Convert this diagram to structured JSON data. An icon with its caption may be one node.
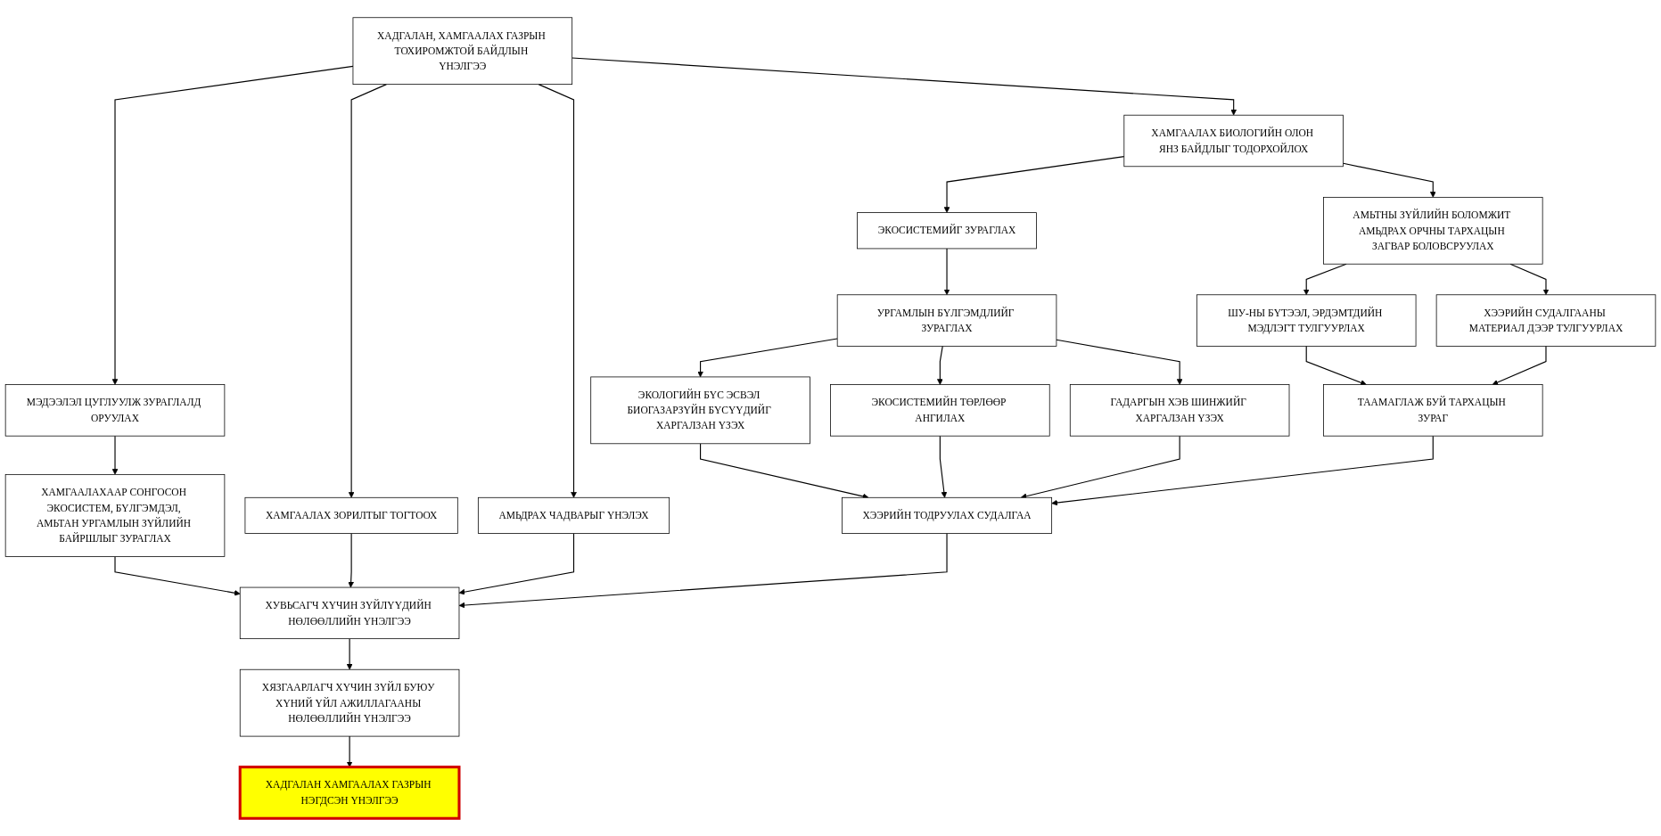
{
  "diagram": {
    "nodes": [
      {
        "text": [
          "ХАДГАЛАН, ХАМГААЛАХ ГАЗРЫН ТОХИРОМЖТОЙ БАЙДЛЫН ҮНЭЛГЭЭ"
        ]
      },
      {
        "text": [
          "ХАМГААЛАХ БИОЛОГИЙН ОЛОН ЯНЗ БАЙДЛЫГ ТОДОРХОЙЛОХ"
        ]
      },
      {
        "text": [
          "МЭДЭЭЛЭЛ ЦУГЛУУЛЖ ЗУРАГЛАЛД ОРУУЛАХ"
        ]
      },
      {
        "text": [
          "ХАМГААЛАХ ЗОРИЛТЫГ ТОГТООХ"
        ]
      },
      {
        "text": [
          "ЭКОСИСТЕМИЙГ ЗУРАГЛАХ"
        ]
      },
      {
        "text": [
          "АМЬТНЫ ЗҮЙЛИЙН БОЛОМЖИТ АМЬДРАХ ОРЧНЫ ТАРХАЦЫН ЗАГВАР БОЛОВСРУУЛАХ"
        ]
      },
      {
        "text": [
          "ХАМГААЛАХААР СОНГОСОН ЭКОСИСТЕМ, БҮЛГЭМДЭЛ, АМЬТАН УРГАМЛЫН ЗҮЙЛИЙН БАЙРШЛЫГ ЗУРАГЛАХ"
        ]
      },
      {
        "text": [
          "АМЬДРАХ ЧАДВАРЫГ ҮНЭЛЭХ"
        ]
      },
      {
        "text": [
          "УРГАМЛЫН БҮЛГЭМДЛИЙГ ЗУРАГЛАХ"
        ]
      },
      {
        "text": [
          "ШУ-НЫ БҮТЭЭЛ, ЭРДЭМТДИЙН МЭДЛЭГТ ТУЛГУУРЛАХ"
        ]
      },
      {
        "text": [
          "ХЭЭРИЙН СУДАЛГААНЫ МАТЕРИАЛ ДЭЭР ТУЛГУУРЛАХ"
        ]
      },
      {
        "text": [
          "ЭКОЛОГИЙН БҮС ЭСВЭЛ БИОГАЗАРЗҮЙН БҮСҮҮДИЙГ ХАРГАЛЗАН ҮЗЭХ"
        ]
      },
      {
        "text": [
          "ЭКОСИСТЕМИЙН ТӨРЛӨӨР АНГИЛАХ"
        ]
      },
      {
        "text": [
          "ГАДАРГЫН ХЭВ ШИНЖИЙГ ХАРГАЛЗАН ҮЗЭХ"
        ]
      },
      {
        "text": [
          "ТААМАГЛАЖ БУЙ ТАРХАЦЫН ЗУРАГ"
        ]
      },
      {
        "text": [
          "ХУВЬСАГЧ ХҮЧИН ЗҮЙЛҮҮДИЙН НӨЛӨӨЛЛИЙН ҮНЭЛГЭЭ"
        ]
      },
      {
        "text": [
          "ХЯЗГААРЛАГЧ ХҮЧИН ЗҮЙЛ БУЮУ ХҮНИЙ ҮЙЛ АЖИЛЛАГААНЫ НӨЛӨӨЛЛИЙН ҮНЭЛГЭЭ"
        ]
      },
      {
        "text": [
          "ХЭЭРИЙН ТОДРУУЛАХ СУДАЛГАА"
        ]
      },
      {
        "text": [
          "ХАДГАЛАН ХАМГААЛАХ ГАЗРЫН НЭГДСЭН ҮНЭЛГЭЭ"
        ]
      }
    ],
    "edges": [
      {
        "from": 0,
        "to": 1,
        "arrow": "to"
      },
      {
        "from": 0,
        "to": 2,
        "arrow": "to"
      },
      {
        "from": 0,
        "to": 3,
        "arrow": "to"
      },
      {
        "from": 0,
        "to": 7,
        "arrow": "to"
      },
      {
        "from": 1,
        "to": 4,
        "arrow": "to"
      },
      {
        "from": 1,
        "to": 5,
        "arrow": "to"
      },
      {
        "from": 2,
        "to": 6,
        "arrow": "to"
      },
      {
        "from": 4,
        "to": 8,
        "arrow": "to"
      },
      {
        "from": 5,
        "to": 9,
        "arrow": "to"
      },
      {
        "from": 5,
        "to": 10,
        "arrow": "to"
      },
      {
        "from": 8,
        "to": 11,
        "arrow": "to"
      },
      {
        "from": 8,
        "to": 12,
        "arrow": "to"
      },
      {
        "from": 8,
        "to": 13,
        "arrow": "to"
      },
      {
        "from": 9,
        "to": 14,
        "arrow": "to"
      },
      {
        "from": 10,
        "to": 14,
        "arrow": "to"
      },
      {
        "from": 11,
        "to": 17,
        "arrow": "to"
      },
      {
        "from": 12,
        "to": 17,
        "arrow": "to"
      },
      {
        "from": 13,
        "to": 17,
        "arrow": "to"
      },
      {
        "from": 14,
        "to": 17,
        "arrow": "to"
      },
      {
        "from": 6,
        "to": 15,
        "arrow": "to"
      },
      {
        "from": 3,
        "to": 15,
        "arrow": "to"
      },
      {
        "from": 7,
        "to": 15,
        "arrow": "to"
      },
      {
        "from": 17,
        "to": 15,
        "arrow": "to"
      },
      {
        "from": 15,
        "to": 16,
        "arrow": "to"
      },
      {
        "from": 16,
        "to": 18,
        "arrow": "to"
      }
    ]
  }
}
